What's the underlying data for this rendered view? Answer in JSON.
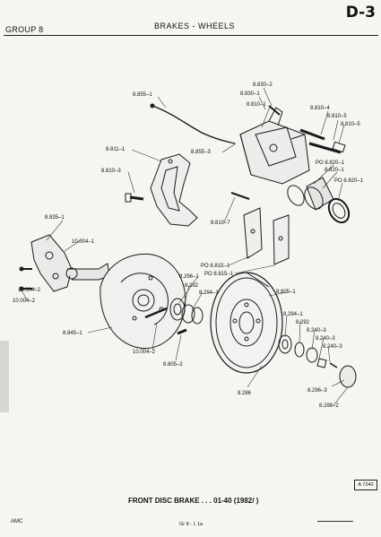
{
  "header": {
    "group": "GROUP 8",
    "title": "BRAKES - WHEELS",
    "page_code": "D-3"
  },
  "caption": "FRONT DISC BRAKE . . . 01-40 (1982/ )",
  "figure_ref": "A 7240",
  "footer": {
    "left": "AMC",
    "center": "Gr 8 - L 1a"
  },
  "part_labels": [
    "8.830–2",
    "8.830–1",
    "8.855–1",
    "8.810–1",
    "8.810–4",
    "8.810–5",
    "8.810–5",
    "8.855–3",
    "8.811–1",
    "PO 8.820–1",
    "8.810–3",
    "8.820–1",
    "PO 8.820–1",
    "8.810–7",
    "8.835–1",
    "10.004–1",
    "PO 8.815–1",
    "PO 8.815–1",
    "8.296–1",
    "8.292",
    "8.294–1",
    "8.805–1",
    "10.004–2",
    "10.004–2",
    "8.294–1",
    "8.292",
    "8.240–3",
    "8.240–3",
    "8.240–3",
    "8.845–1",
    "10.004–2",
    "8.805–2",
    "8.296–3",
    "8.286",
    "8.298–2"
  ]
}
